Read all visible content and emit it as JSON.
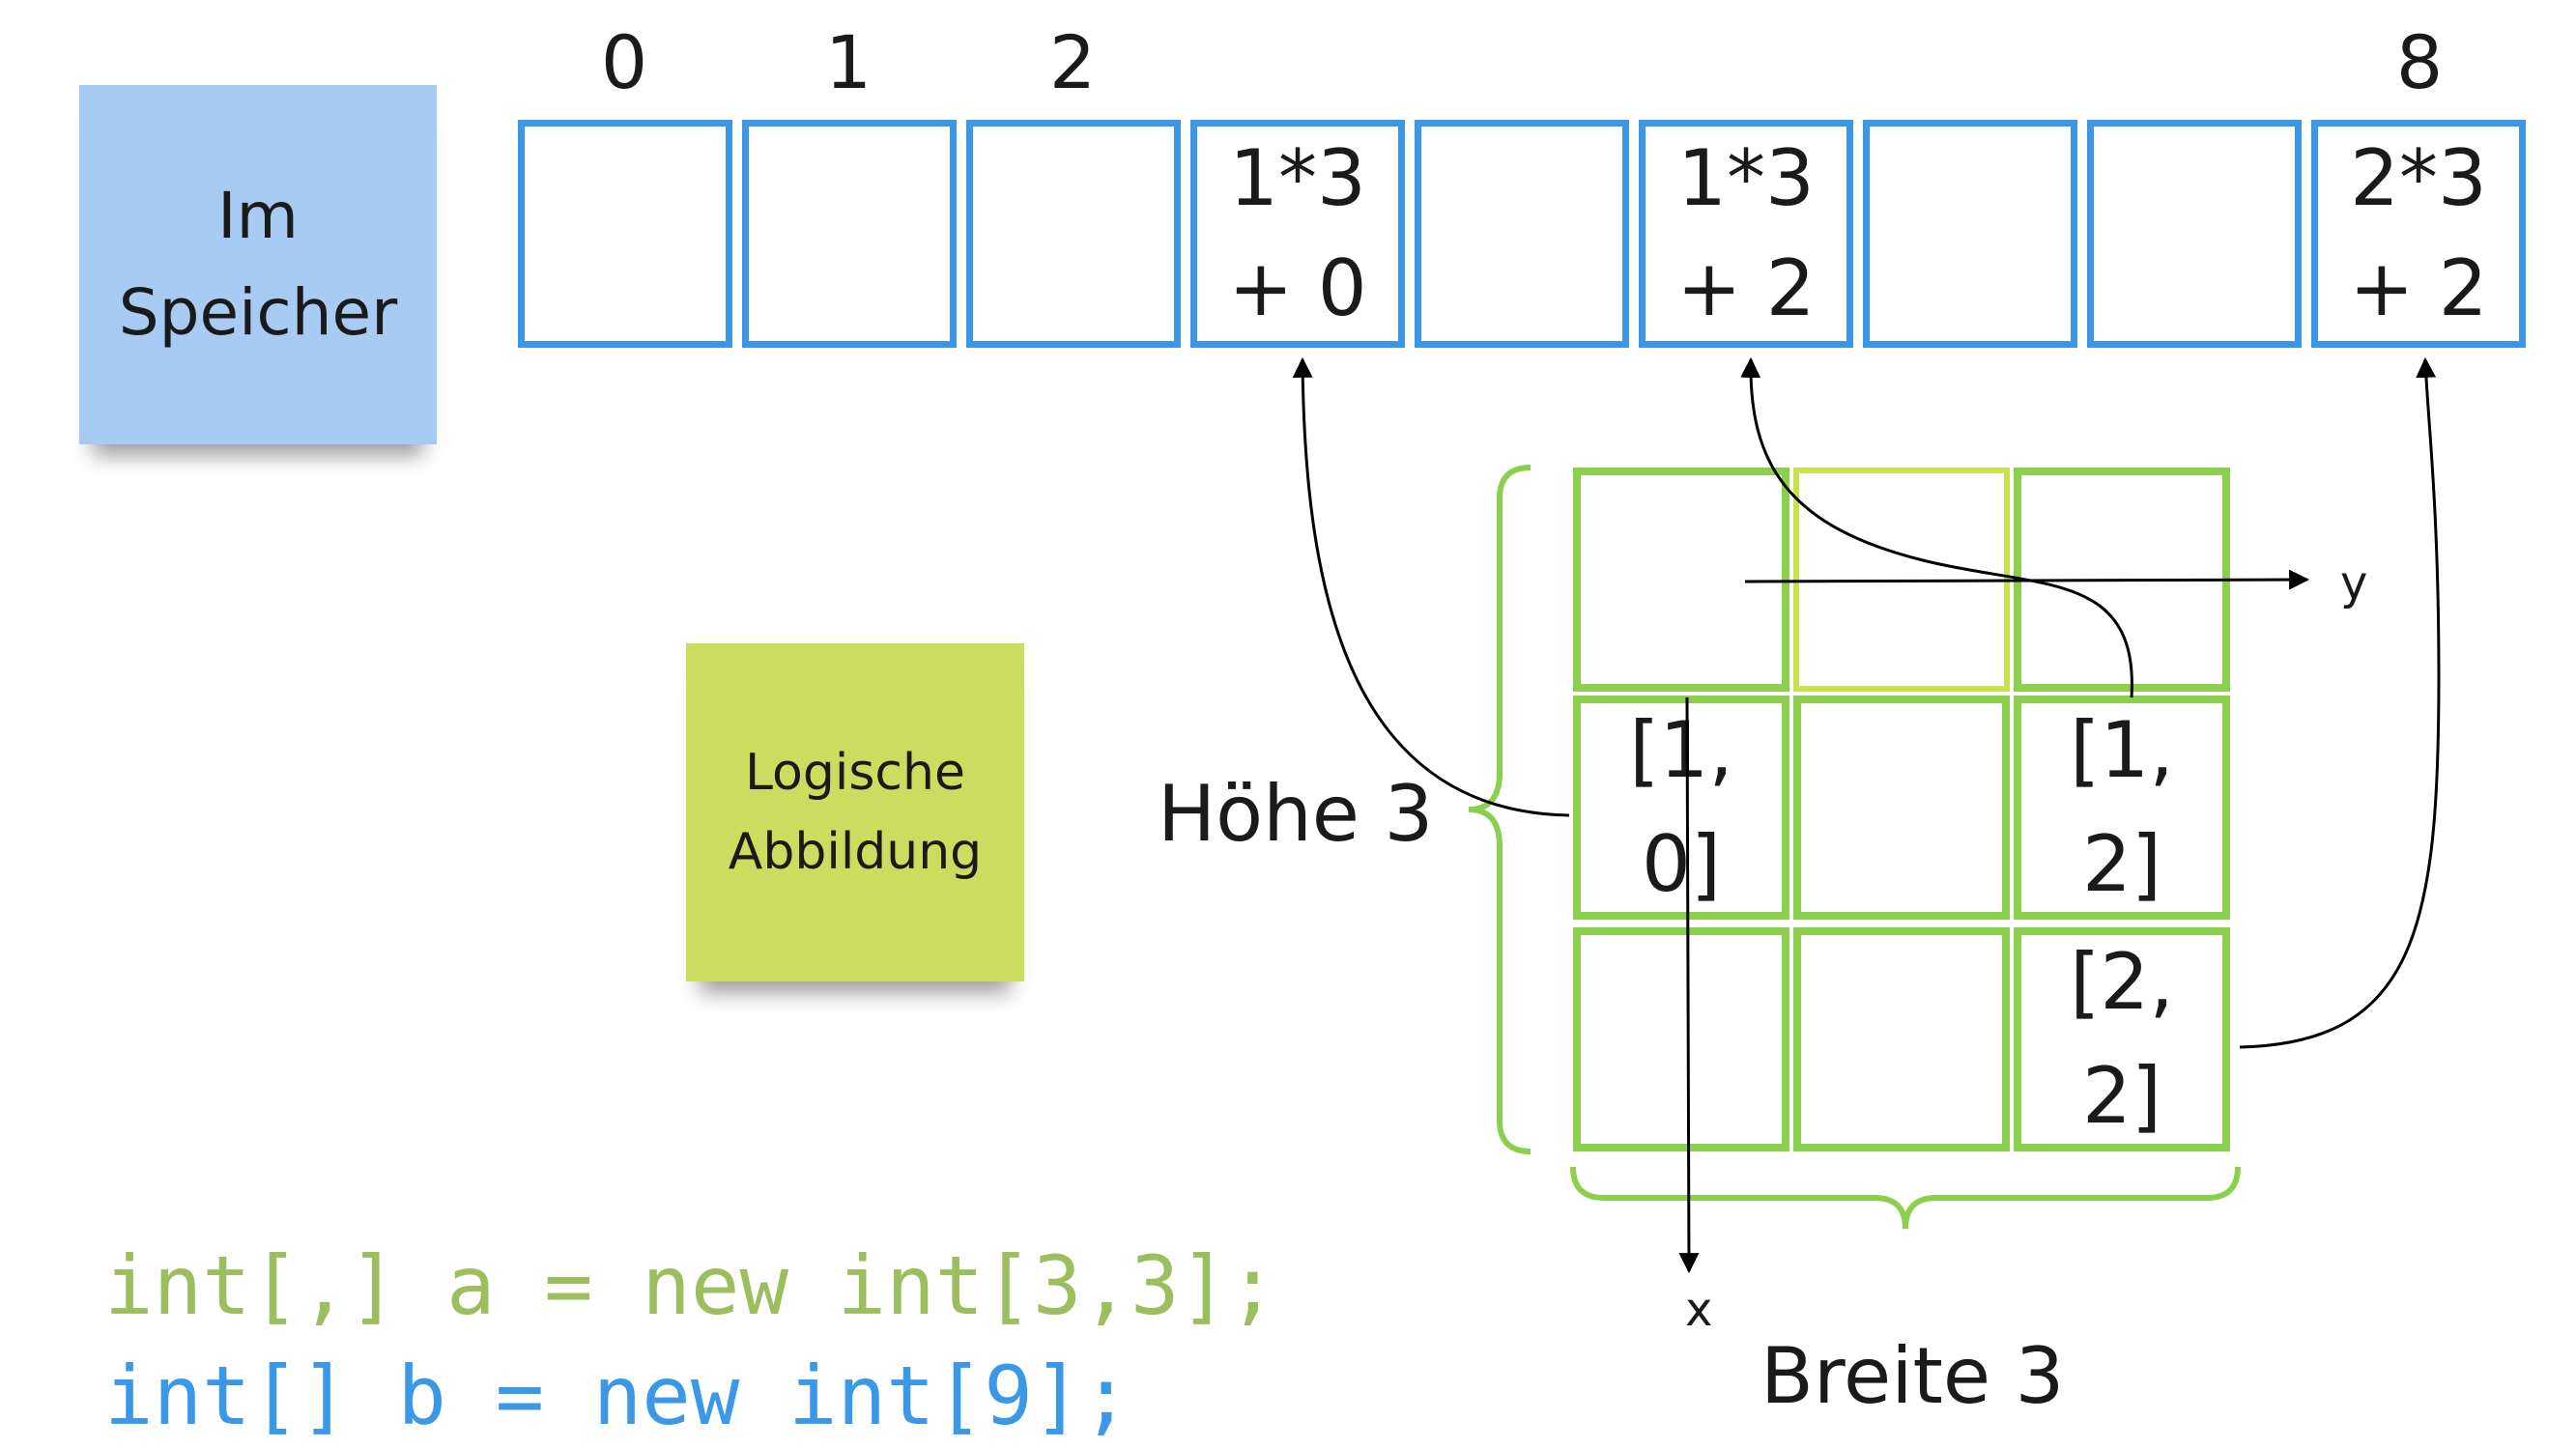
{
  "notes": {
    "memory": {
      "line1": "Im",
      "line2": "Speicher"
    },
    "logical": {
      "line1": "Logische",
      "line2": "Abbildung"
    }
  },
  "memory_indices": {
    "i0": "0",
    "i1": "1",
    "i2": "2",
    "i8": "8"
  },
  "memory_cells": {
    "c3": {
      "l1": "1*3",
      "l2": "+ 0"
    },
    "c5": {
      "l1": "1*3",
      "l2": "+ 2"
    },
    "c8": {
      "l1": "2*3",
      "l2": "+ 2"
    }
  },
  "grid_cells": {
    "r1c0": {
      "l1": "[1,",
      "l2": "0]"
    },
    "r1c2": {
      "l1": "[1,",
      "l2": "2]"
    },
    "r2c2": {
      "l1": "[2,",
      "l2": "2]"
    }
  },
  "labels": {
    "height": "Höhe 3",
    "width": "Breite 3",
    "axis_x": "x",
    "axis_y": "y"
  },
  "code": {
    "line1": "int[,] a = new int[3,3];",
    "line2": "int[] b = new int[9];"
  },
  "colors": {
    "memory_blue": "#3a98e6",
    "grid_green": "#8ccf4d",
    "note_blue": "#a7cbf2",
    "note_green": "#cbdc5f",
    "code_green": "#9bbf5e",
    "code_blue": "#3a98e6"
  }
}
